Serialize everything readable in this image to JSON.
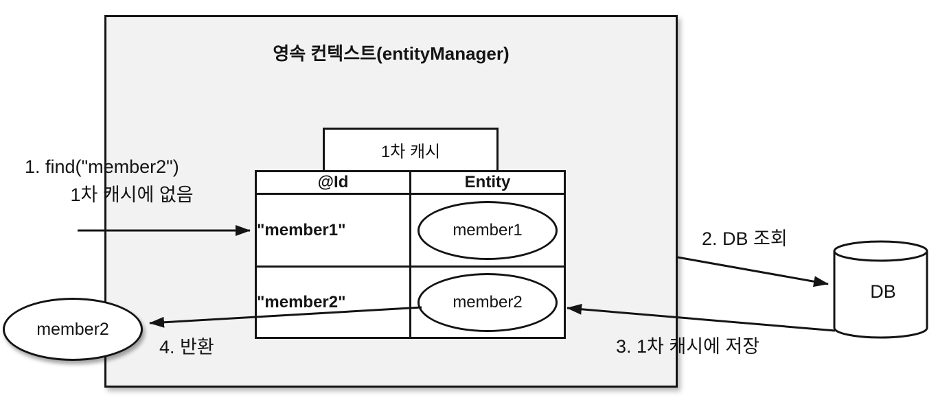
{
  "diagram": {
    "title": "영속 컨텍스트(entityManager)",
    "cache_label": "1차 캐시",
    "table": {
      "headers": [
        "@Id",
        "Entity"
      ],
      "rows": [
        {
          "id": "\"member1\"",
          "entity": "member1"
        },
        {
          "id": "\"member2\"",
          "entity": "member2"
        }
      ]
    },
    "annotations": {
      "step1_line1": "1. find(\"member2\")",
      "step1_line2": "1차 캐시에 없음",
      "step2": "2. DB 조회",
      "step3": "3. 1차 캐시에 저장",
      "step4": "4. 반환"
    },
    "external_entity": "member2",
    "db_label": "DB",
    "colors": {
      "box_fill": "#f2f2f2",
      "stroke": "#141414",
      "cell_fill": "#ffffff"
    }
  }
}
